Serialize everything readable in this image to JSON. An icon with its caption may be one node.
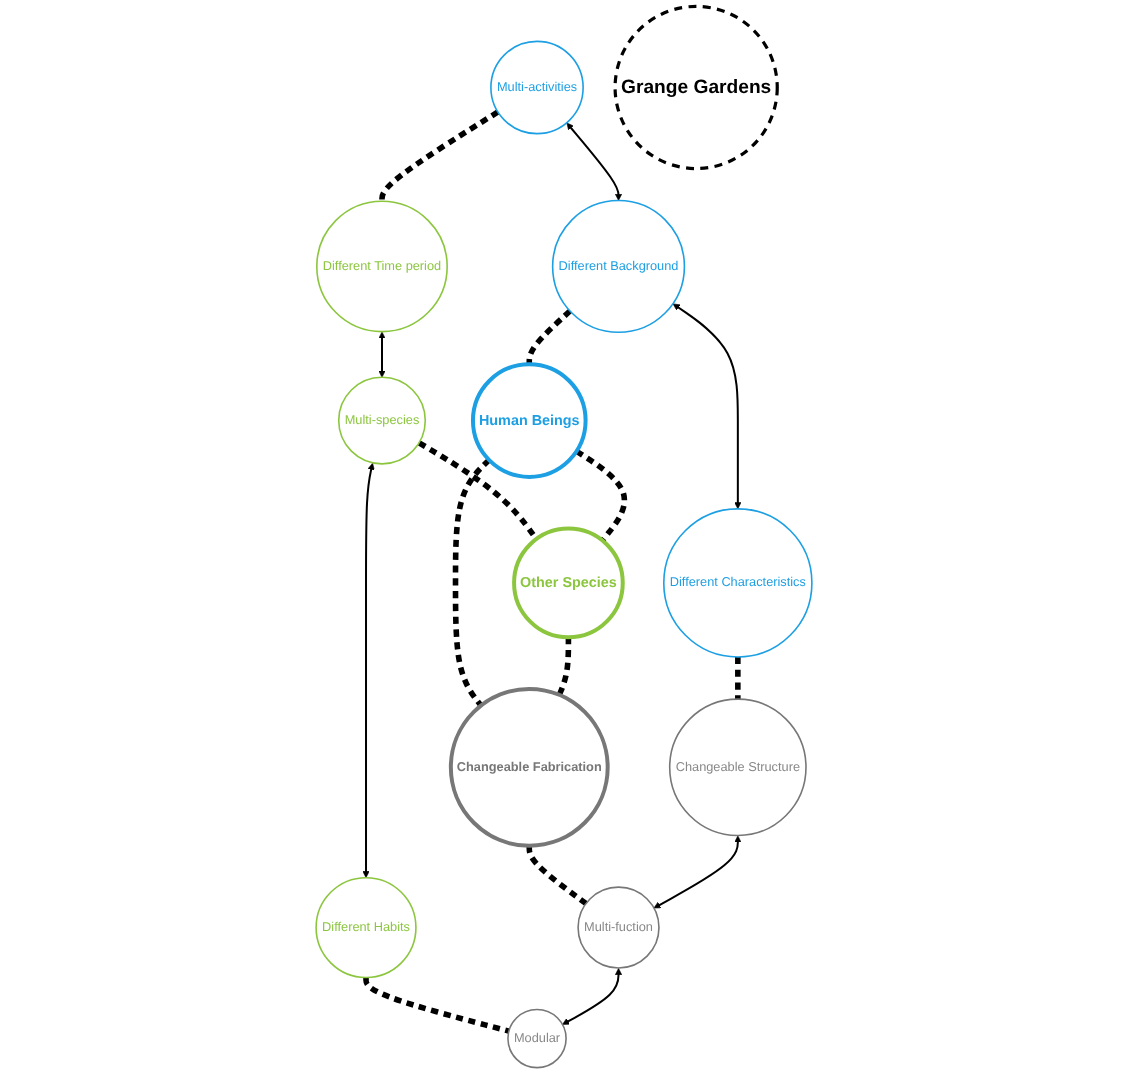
{
  "diagram": {
    "nodes": [
      {
        "text": [
          "Multi-activities"
        ]
      },
      {
        "text": [
          "Different Time period"
        ]
      },
      {
        "text": [
          "Different Background"
        ]
      },
      {
        "text": [
          "Multi-species"
        ]
      },
      {
        "text": [
          "Human Beings"
        ]
      },
      {
        "text": [
          "Other Species"
        ]
      },
      {
        "text": [
          "Different Characteristics"
        ]
      },
      {
        "text": [
          "Different Habits"
        ]
      },
      {
        "text": [
          "Grange Gardens"
        ]
      },
      {
        "text": [
          "Changeable Fabrication"
        ]
      },
      {
        "text": [
          "Changeable Structure"
        ]
      },
      {
        "text": [
          "Modular"
        ]
      },
      {
        "text": [
          "Multi-fuction"
        ]
      }
    ],
    "edges": [
      {
        "from": 0,
        "to": 1,
        "arrow": "none",
        "style": "dashed"
      },
      {
        "from": 0,
        "to": 2,
        "arrow": "both"
      },
      {
        "from": 1,
        "to": 3,
        "arrow": "both"
      },
      {
        "from": 2,
        "to": 4,
        "arrow": "none",
        "style": "dashed"
      },
      {
        "from": 3,
        "to": 5,
        "arrow": "none",
        "style": "dashed"
      },
      {
        "from": 4,
        "to": 5,
        "arrow": "none",
        "style": "dashed"
      },
      {
        "from": 2,
        "to": 6,
        "arrow": "both"
      },
      {
        "from": 3,
        "to": 7,
        "arrow": "both"
      },
      {
        "from": 4,
        "to": 9,
        "arrow": "none",
        "style": "dashed"
      },
      {
        "from": 5,
        "to": 9,
        "arrow": "none",
        "style": "dashed"
      },
      {
        "from": 6,
        "to": 10,
        "arrow": "none",
        "style": "dashed"
      },
      {
        "from": 7,
        "to": 11,
        "arrow": "none",
        "style": "dashed"
      },
      {
        "from": 9,
        "to": 12,
        "arrow": "none",
        "style": "dashed"
      },
      {
        "from": 10,
        "to": 12,
        "arrow": "both"
      },
      {
        "from": 12,
        "to": 11,
        "arrow": "both"
      }
    ]
  }
}
